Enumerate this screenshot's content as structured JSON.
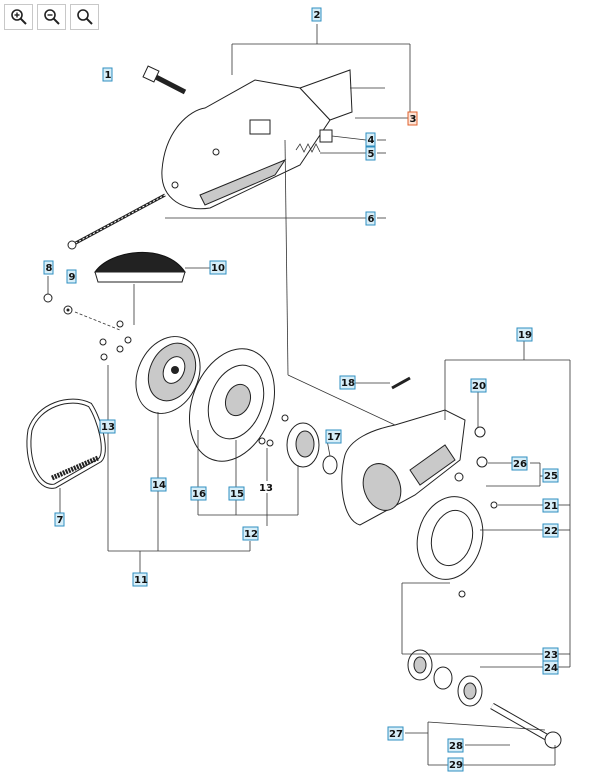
{
  "toolbar": {
    "zoom_in_icon": "zoom-in-icon",
    "zoom_out_icon": "zoom-out-icon",
    "search_icon": "search-icon"
  },
  "callouts": {
    "c1": "1",
    "c2": "2",
    "c3": "3",
    "c4": "4",
    "c5": "5",
    "c6": "6",
    "c7": "7",
    "c8": "8",
    "c9": "9",
    "c10": "10",
    "c11": "11",
    "c12": "12",
    "c13": "13",
    "c13b": "13",
    "c14": "14",
    "c15": "15",
    "c16": "16",
    "c17": "17",
    "c18": "18",
    "c19": "19",
    "c20": "20",
    "c21": "21",
    "c22": "22",
    "c23": "23",
    "c24": "24",
    "c25": "25",
    "c26": "26",
    "c27": "27",
    "c28": "28",
    "c29": "29"
  },
  "colors": {
    "label_fill": "#d7eef8",
    "label_border": "#2f8fc0",
    "highlight_fill": "#fde3d6",
    "highlight_border": "#e0612c"
  }
}
